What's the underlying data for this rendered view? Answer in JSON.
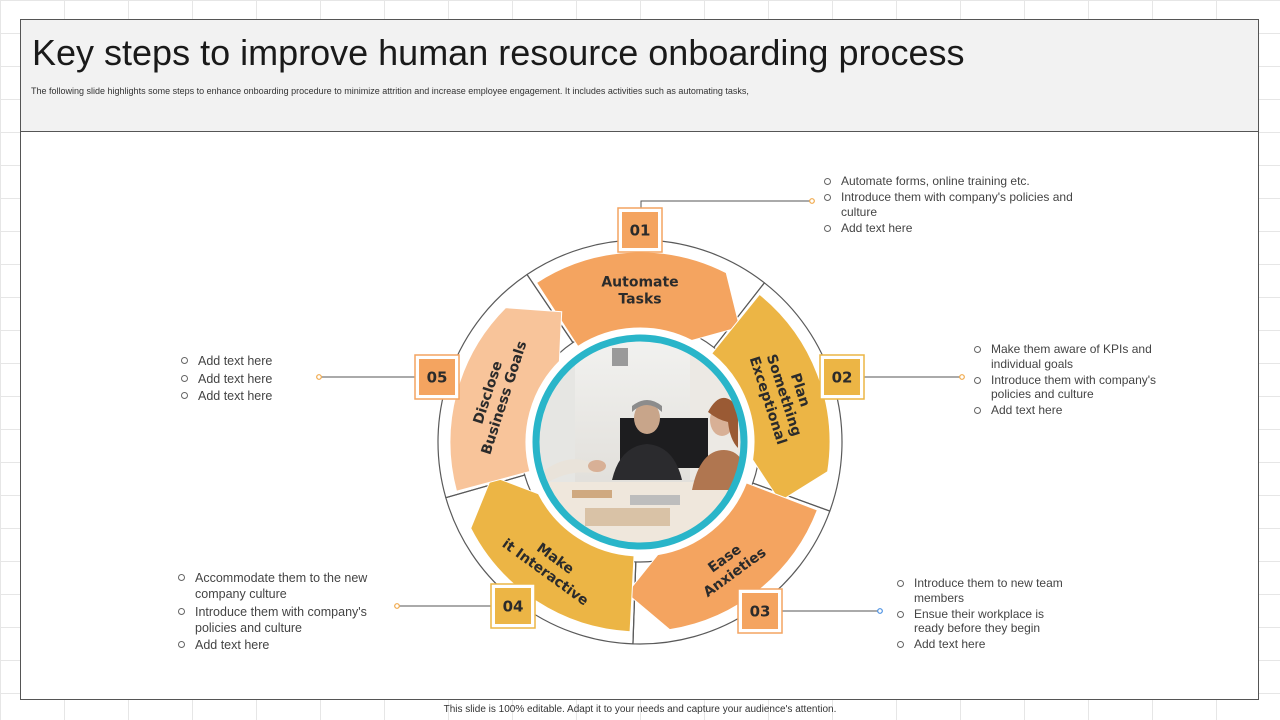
{
  "title": "Key steps to improve human resource onboarding process",
  "subtitle": "The following slide highlights some steps to enhance onboarding procedure to minimize  attrition and increase employee engagement. It includes activities such as automating tasks,",
  "footer": "This slide is 100% editable. Adapt it to your needs and capture your audience's attention.",
  "colors": {
    "orange": "#F4A460",
    "gold": "#ECB545",
    "peach": "#F8C49A",
    "ring": "#29B5C9",
    "box_fill": "#F4A460",
    "box_fill_gold": "#ECB545"
  },
  "steps": [
    {
      "number": "01",
      "label_lines": [
        "Automate",
        "Tasks"
      ],
      "bullets": [
        "Automate forms, online training etc.",
        "Introduce them with company's policies and culture",
        "Add text here"
      ]
    },
    {
      "number": "02",
      "label_lines": [
        "Plan",
        "Something",
        "Exceptional"
      ],
      "bullets": [
        "Make them aware of KPIs and individual goals",
        "Introduce them with company's policies and culture",
        "Add text here"
      ]
    },
    {
      "number": "03",
      "label_lines": [
        "Ease",
        "Anxieties"
      ],
      "bullets": [
        "Introduce them to new team members",
        "Ensue their workplace is ready before they begin",
        "Add text here"
      ]
    },
    {
      "number": "04",
      "label_lines": [
        "Make",
        "it Interactive"
      ],
      "bullets": [
        "Accommodate them to the new company culture",
        "Introduce  them with company's policies and culture",
        "Add text here"
      ]
    },
    {
      "number": "05",
      "label_lines": [
        "Disclose",
        "Business Goals"
      ],
      "bullets": [
        "Add text here",
        "Add text here",
        "Add text here"
      ]
    }
  ],
  "center_image": "office-meeting-handshake-photo"
}
